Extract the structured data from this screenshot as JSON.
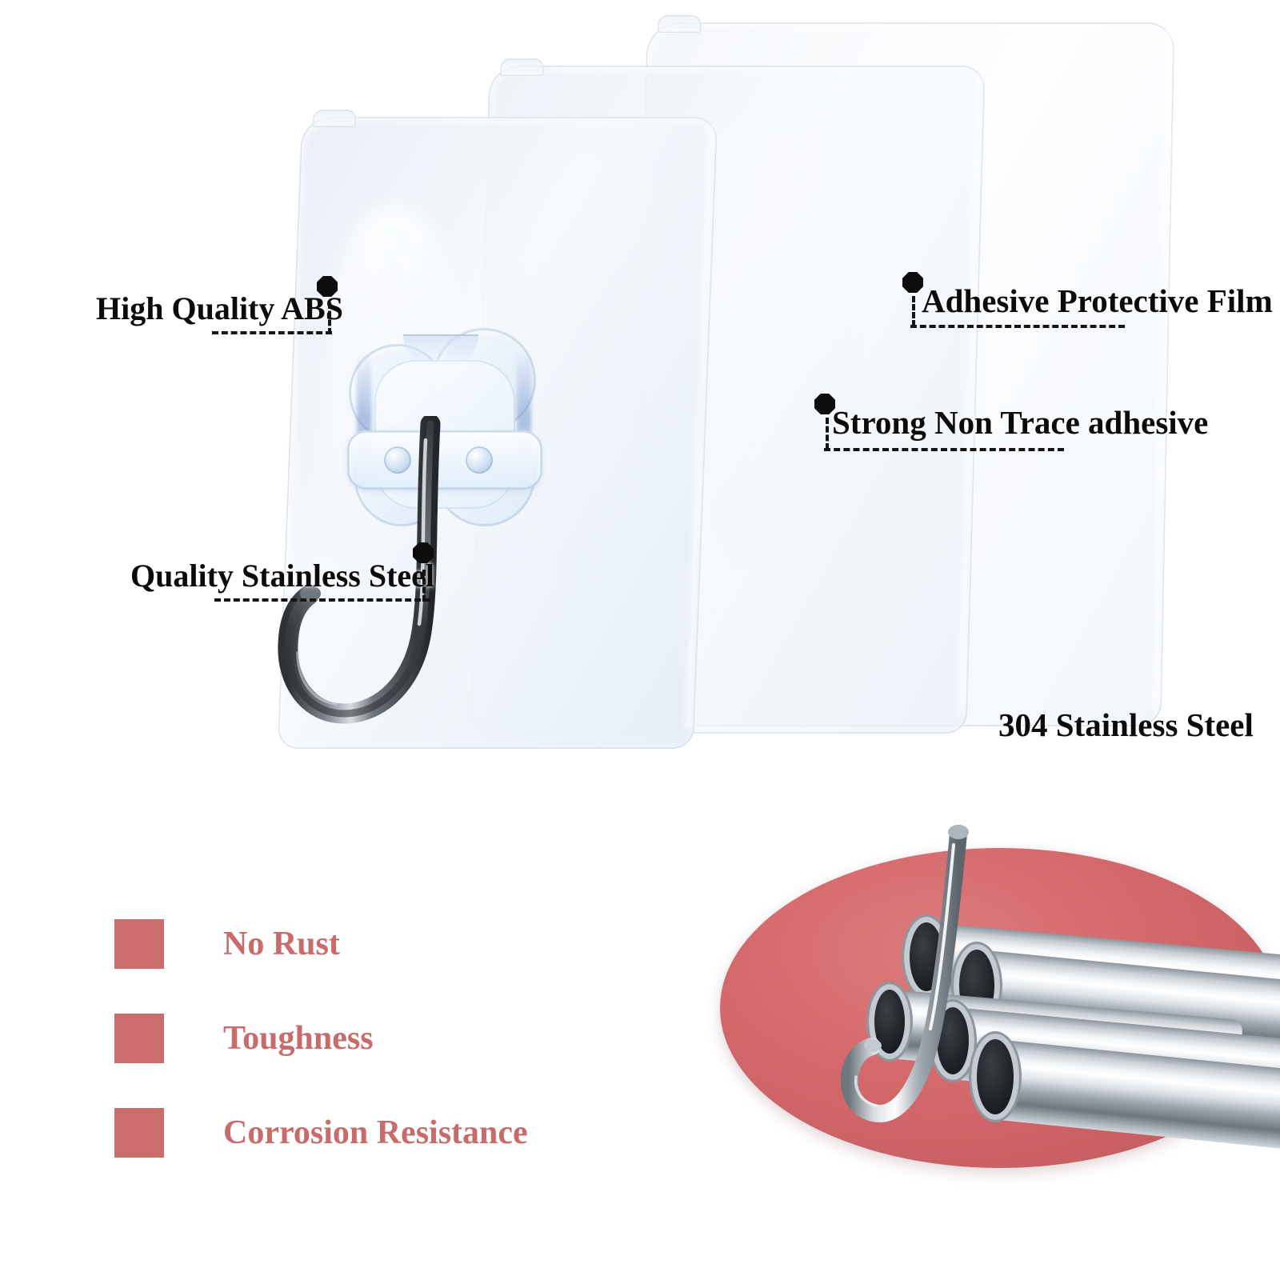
{
  "background_color": "#ffffff",
  "accent_color": "#ca6b6b",
  "label_color": "#0b0b0b",
  "callouts": [
    {
      "id": "high-quality-abs",
      "text": "High Quality ABS"
    },
    {
      "id": "adhesive-protective-film",
      "text": "Adhesive Protective Film"
    },
    {
      "id": "strong-non-trace-adhesive",
      "text": "Strong Non Trace adhesive"
    },
    {
      "id": "quality-stainless-steel",
      "text": "Quality Stainless Steel"
    }
  ],
  "material_badge": {
    "text": "304 Stainless Steel"
  },
  "features": {
    "swatch_color": "#cc6d6d",
    "items": [
      {
        "label": "No Rust"
      },
      {
        "label": "Toughness"
      },
      {
        "label": "Corrosion Resistance"
      }
    ]
  },
  "product": {
    "adhesive_pads_count": 3,
    "hook_mount_shape": "flower",
    "hook_material": "stainless-steel"
  },
  "scene": {
    "platform_color": "#d4696c",
    "tube_count": 5,
    "tube_material": "chrome-stainless-steel"
  }
}
